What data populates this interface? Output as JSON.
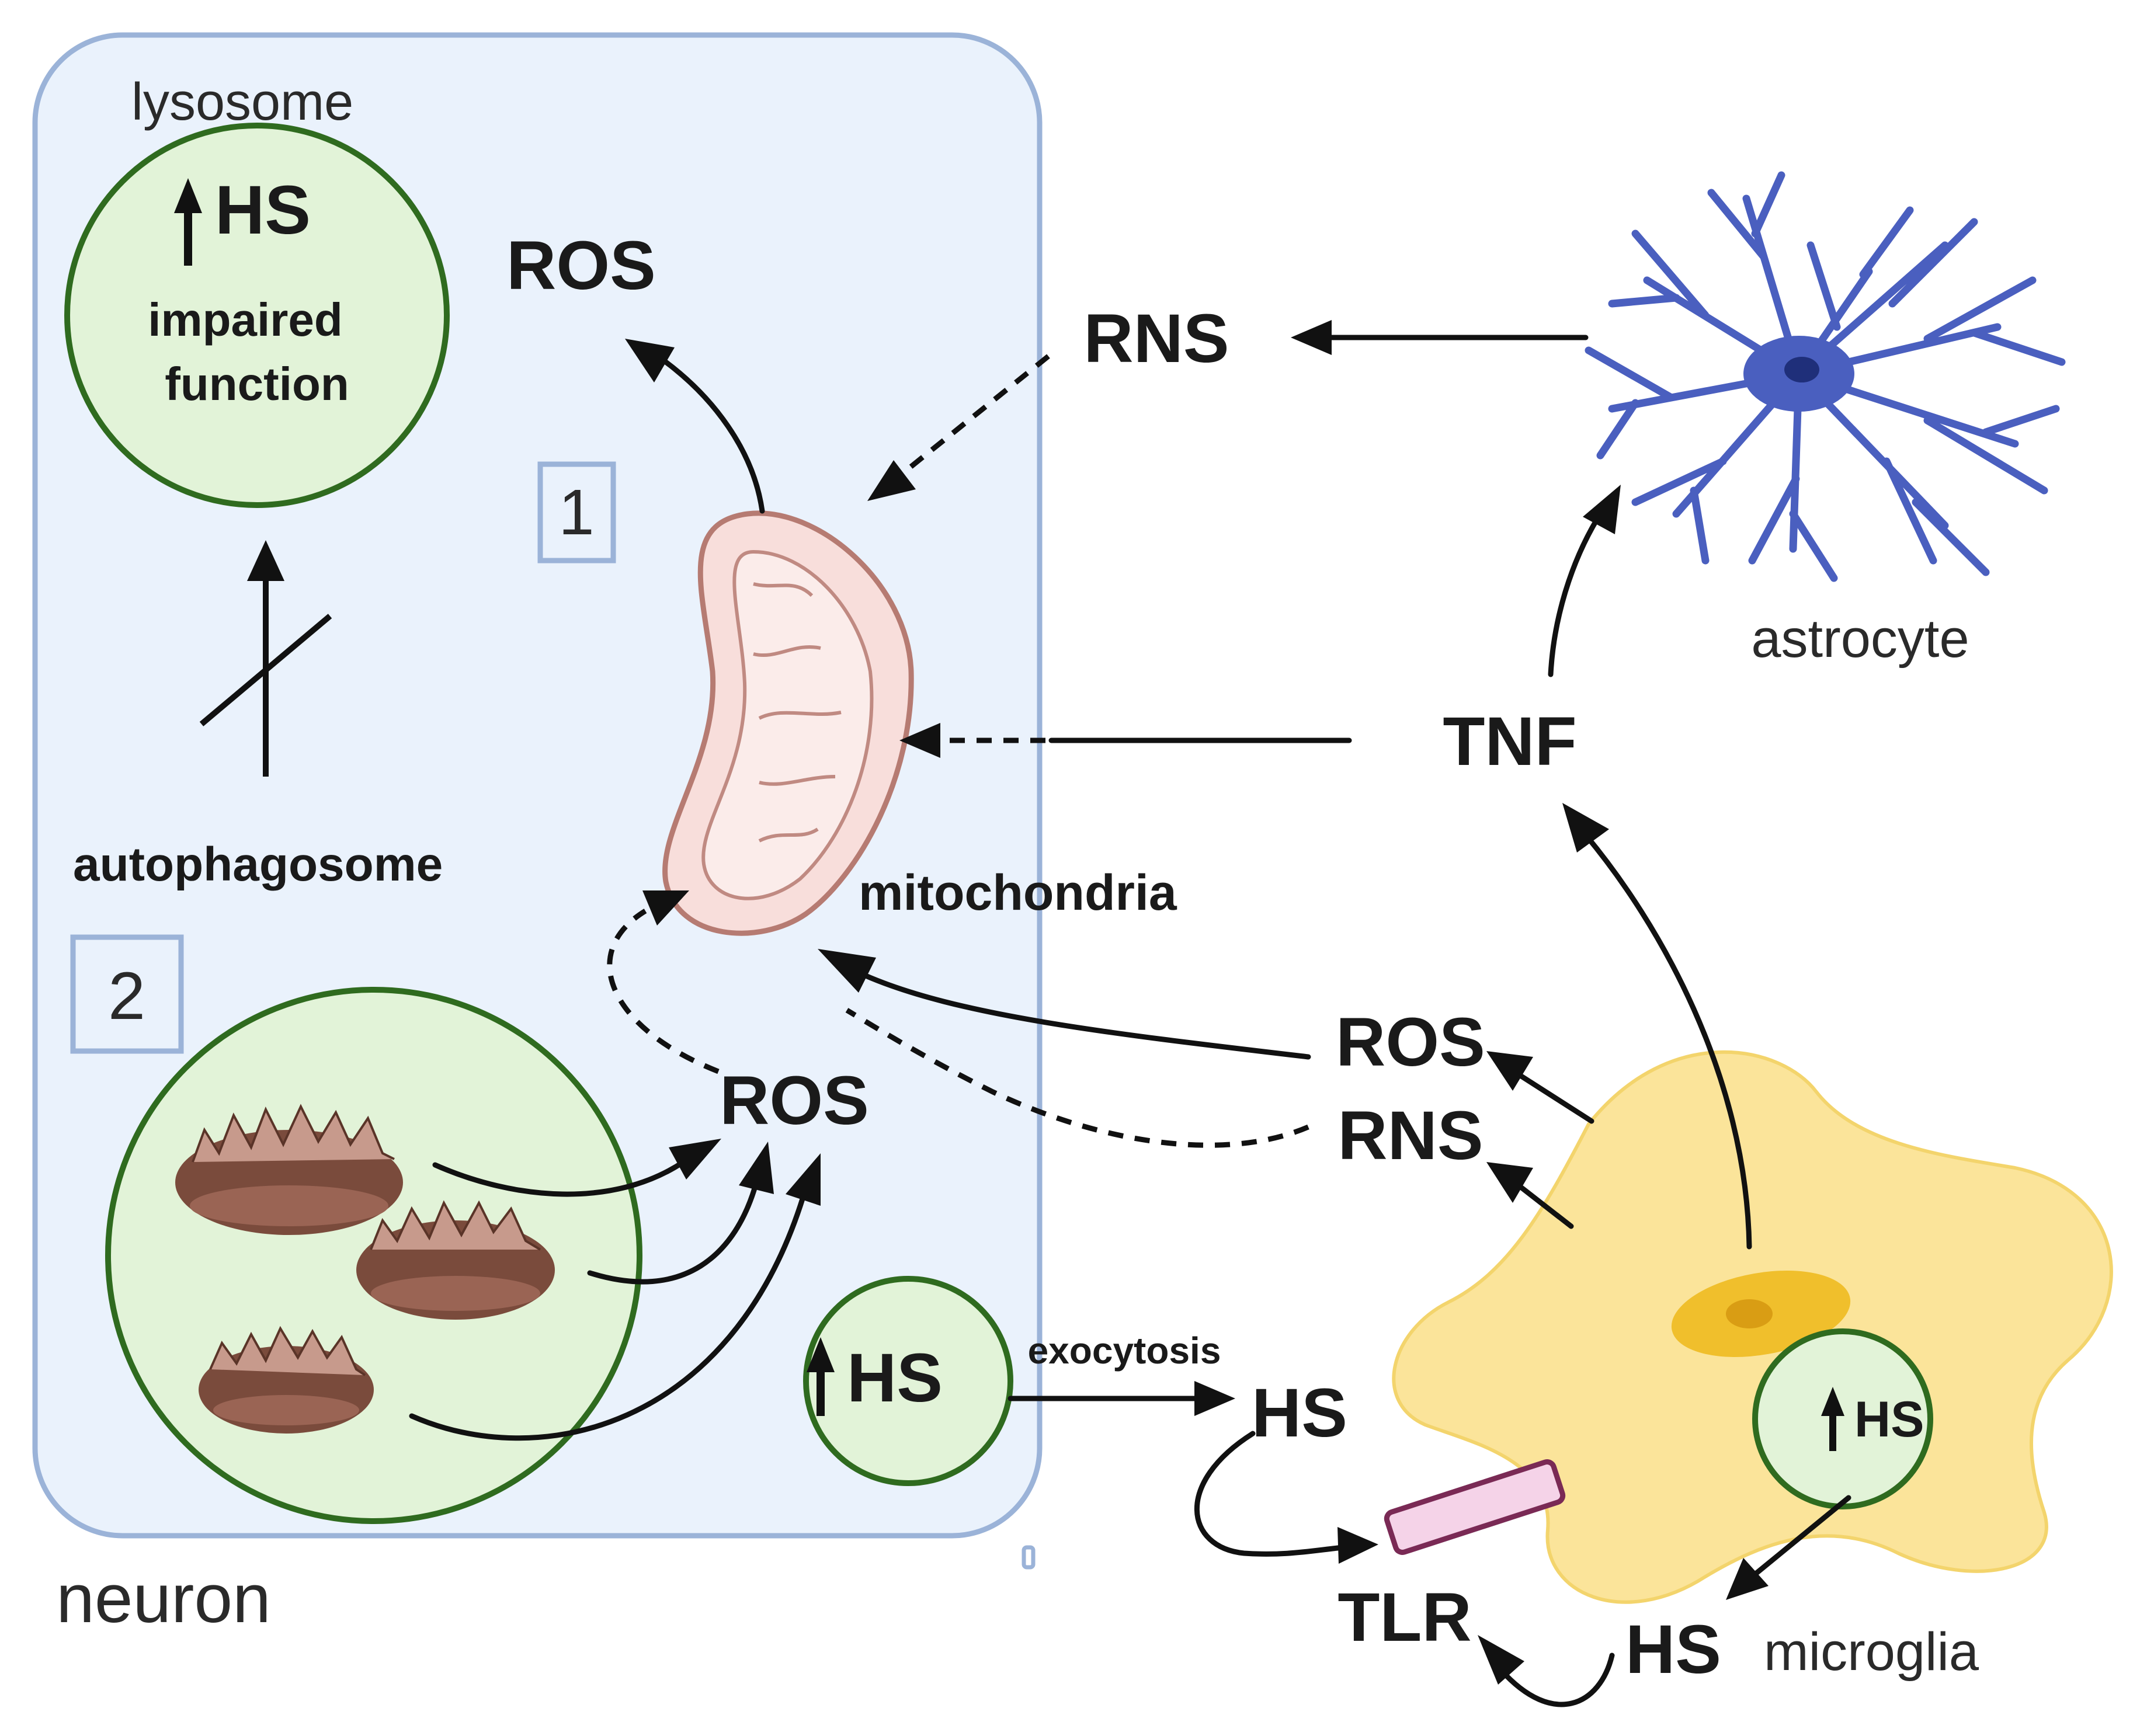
{
  "labels": {
    "neuron": "neuron",
    "lysosome": "lysosome",
    "lysosome_hs": "HS",
    "lysosome_impaired_1": "impaired",
    "lysosome_impaired_2": "function",
    "autophagosome": "autophagosome",
    "box_1": "1",
    "box_2": "2",
    "ros_top": "ROS",
    "ros_neuron": "ROS",
    "mitochondria": "mitochondria",
    "vesicle_hs": "HS",
    "exocytosis": "exocytosis",
    "hs_extracellular": "HS",
    "tlr": "TLR",
    "hs_microglia_out": "HS",
    "microglia": "microglia",
    "microglia_vesicle_hs": "HS",
    "ros_microglia": "ROS",
    "rns_microglia": "RNS",
    "tnf": "TNF",
    "rns_astrocyte": "RNS",
    "astrocyte": "astrocyte"
  },
  "colors": {
    "neuron_fill": "#eaf2fc",
    "neuron_border": "#9bb3d8",
    "vesicle_fill": "#e2f3d8",
    "vesicle_border": "#2f6b1f",
    "mito_fill": "#f8dedb",
    "mito_border": "#b67b72",
    "damaged_mito": "#7a4b3c",
    "microglia_fill": "#fbe49a",
    "microglia_nucleus": "#f0bf2c",
    "tlr_fill": "#f5d3e8",
    "tlr_border": "#7a2a55",
    "astrocyte": "#4a5fbf",
    "astrocyte_nucleus": "#1f2f7a"
  },
  "icons": {
    "up_arrow": "up-arrow-icon",
    "blocked_arrow": "blocked-arrow-icon",
    "damaged_mitochondria": "damaged-mitochondria-icon"
  }
}
